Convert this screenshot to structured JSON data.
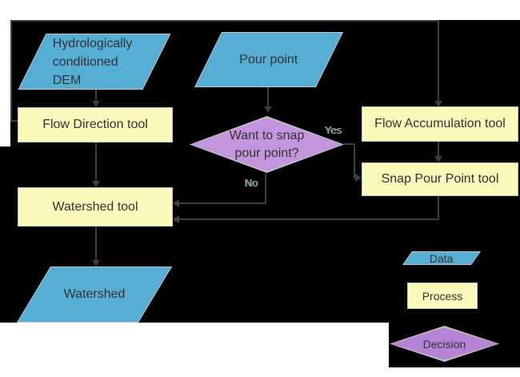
{
  "colors": {
    "page_bg": "#ffffff",
    "canvas_bg": "#000000",
    "connector": "#3f3f3f",
    "data_fill": "#57aed5",
    "process_fill": "#fbf8ba",
    "decision_fill": "#c295dc",
    "legend_decision_fill": "#b584d6",
    "shape_border": "#c6c6c6",
    "shape_text": "#333333",
    "edge_label": "#93a1ad"
  },
  "nodes": {
    "dem": {
      "lines": [
        "Hydrologically",
        "conditioned",
        "DEM"
      ]
    },
    "pour_point": {
      "label": "Pour point"
    },
    "flow_direction": {
      "label": "Flow Direction tool"
    },
    "flow_accumulation": {
      "label": "Flow Accumulation tool"
    },
    "snap_pour_point": {
      "label": "Snap Pour Point tool"
    },
    "decision": {
      "lines": [
        "Want to snap",
        "pour point?"
      ]
    },
    "watershed_tool": {
      "label": "Watershed tool"
    },
    "watershed": {
      "label": "Watershed"
    }
  },
  "edge_labels": {
    "yes": "Yes",
    "no": "No"
  },
  "edges": [
    {
      "from": "Hydrologically conditioned DEM",
      "to": "Flow Direction tool"
    },
    {
      "from": "Flow Direction tool",
      "to": "Flow Accumulation tool"
    },
    {
      "from": "Flow Direction tool",
      "to": "Watershed tool"
    },
    {
      "from": "Pour point",
      "to": "Want to snap pour point?"
    },
    {
      "from": "Want to snap pour point?",
      "to": "Snap Pour Point tool",
      "label": "Yes"
    },
    {
      "from": "Want to snap pour point?",
      "to": "Watershed tool",
      "label": "No"
    },
    {
      "from": "Flow Accumulation tool",
      "to": "Snap Pour Point tool"
    },
    {
      "from": "Snap Pour Point tool",
      "to": "Watershed tool"
    },
    {
      "from": "Watershed tool",
      "to": "Watershed"
    }
  ],
  "legend": {
    "data": "Data",
    "process": "Process",
    "decision": "Decision"
  }
}
